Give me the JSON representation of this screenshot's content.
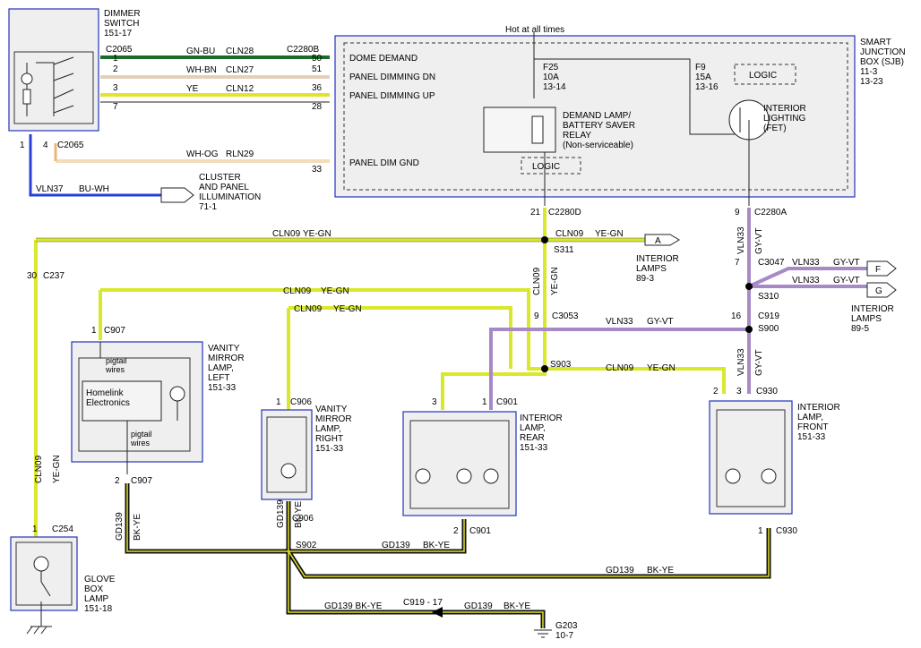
{
  "dimmer": {
    "title": "DIMMER",
    "title2": "SWITCH",
    "ref": "151-17"
  },
  "sjb": {
    "l1": "SMART",
    "l2": "JUNCTION",
    "l3": "BOX (SJB)",
    "l4": "11-3",
    "l5": "13-23"
  },
  "hot": "Hot at all times",
  "c2065": "C2065",
  "c2280b": "C2280B",
  "w1": {
    "color": "GN-BU",
    "circuit": "CLN28",
    "pin_l": "1",
    "pin_r": "50",
    "label": "DOME DEMAND"
  },
  "w2": {
    "color": "WH-BN",
    "circuit": "CLN27",
    "pin_l": "2",
    "pin_r": "51",
    "label": "PANEL DIMMING DN"
  },
  "w3": {
    "color": "YE",
    "circuit": "CLN12",
    "pin_l": "3",
    "pin_r": "36",
    "label": "PANEL DIMMING UP"
  },
  "w3b": {
    "pin_l": "7",
    "pin_r": "28"
  },
  "w4": {
    "color": "WH-OG",
    "circuit": "RLN29",
    "pin_r": "33",
    "label": "PANEL DIM GND"
  },
  "f25": {
    "name": "F25",
    "amp": "10A",
    "ref": "13-14"
  },
  "f9": {
    "name": "F9",
    "amp": "15A",
    "ref": "13-16"
  },
  "logic": "LOGIC",
  "relay": {
    "l1": "DEMAND LAMP/",
    "l2": "BATTERY SAVER",
    "l3": "RELAY",
    "l4": "(Non-serviceable)"
  },
  "fet": {
    "l1": "INTERIOR",
    "l2": "LIGHTING",
    "l3": "(FET)"
  },
  "pins": {
    "p1": "1",
    "p4": "4",
    "c2065b": "C2065"
  },
  "vln37": {
    "circuit": "VLN37",
    "color": "BU-WH"
  },
  "cluster": {
    "l1": "CLUSTER",
    "l2": "AND PANEL",
    "l3": "ILLUMINATION",
    "l4": "71-1"
  },
  "c2280d": {
    "pin": "21",
    "name": "C2280D"
  },
  "c2280a": {
    "pin": "9",
    "name": "C2280A"
  },
  "cln09": "CLN09",
  "yegn": "YE-GN",
  "vln33": "VLN33",
  "gyvt": "GY-VT",
  "s311": "S311",
  "s310": "S310",
  "s900": "S900",
  "s903": "S903",
  "s902": "S902",
  "conn_a": "A",
  "conn_f": "F",
  "conn_g": "G",
  "ilamps1": {
    "l1": "INTERIOR",
    "l2": "LAMPS",
    "l3": "89-3"
  },
  "ilamps2": {
    "l1": "INTERIOR",
    "l2": "LAMPS",
    "l3": "89-5"
  },
  "c237": {
    "pin": "30",
    "name": "C237"
  },
  "c3047": {
    "pin": "7",
    "name": "C3047"
  },
  "c3053": {
    "pin": "9",
    "name": "C3053"
  },
  "c919": {
    "pin": "16",
    "name": "C919"
  },
  "c907a": {
    "pin": "1",
    "name": "C907"
  },
  "c907b": {
    "pin": "2",
    "name": "C907"
  },
  "vml": {
    "l1": "VANITY",
    "l2": "MIRROR",
    "l3": "LAMP,",
    "l4": "LEFT",
    "l5": "151-33"
  },
  "pigtail": {
    "l1": "pigtail",
    "l2": "wires"
  },
  "homelink": {
    "l1": "Homelink",
    "l2": "Electronics"
  },
  "c906a": {
    "pin": "1",
    "name": "C906"
  },
  "c906b": {
    "pin": "2",
    "name": "C906"
  },
  "vmr": {
    "l1": "VANITY",
    "l2": "MIRROR",
    "l3": "LAMP,",
    "l4": "RIGHT",
    "l5": "151-33"
  },
  "c901a": {
    "pin3": "3",
    "pin1": "1",
    "name": "C901"
  },
  "c901b": {
    "pin": "2",
    "name": "C901"
  },
  "ilr": {
    "l1": "INTERIOR",
    "l2": "LAMP,",
    "l3": "REAR",
    "l4": "151-33"
  },
  "c930a": {
    "pin2": "2",
    "pin3": "3",
    "name": "C930"
  },
  "c930b": {
    "pin": "1",
    "name": "C930"
  },
  "ilf": {
    "l1": "INTERIOR",
    "l2": "LAMP,",
    "l3": "FRONT",
    "l4": "151-33"
  },
  "c254": {
    "pin": "1",
    "name": "C254"
  },
  "glove": {
    "l1": "GLOVE",
    "l2": "BOX",
    "l3": "LAMP",
    "l4": "151-18"
  },
  "gd139": "GD139",
  "bkye": "BK-YE",
  "gd139bkye": "GD139 BK-YE",
  "c919b": "C919 - 17",
  "g203": {
    "name": "G203",
    "ref": "10-7"
  }
}
